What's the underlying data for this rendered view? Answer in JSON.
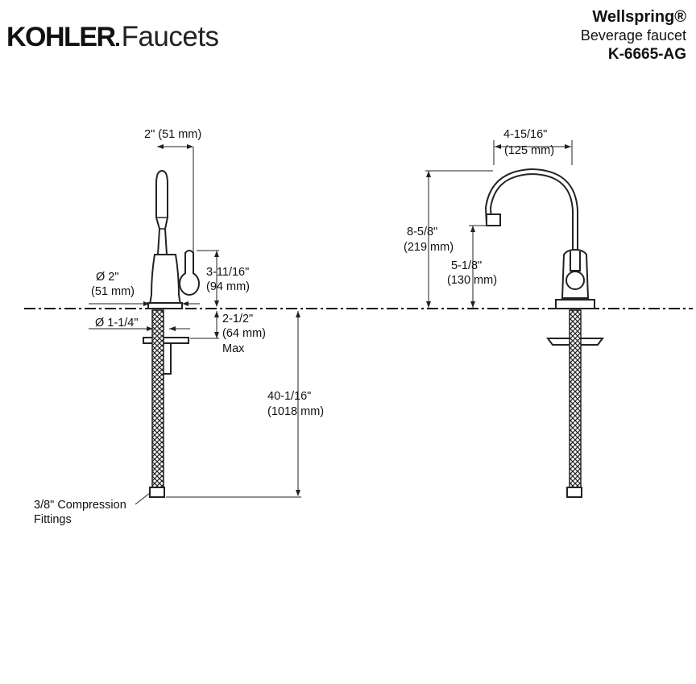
{
  "brand": {
    "name": "KOHLER",
    "sub": "Faucets"
  },
  "product": {
    "name": "Wellspring®",
    "desc": "Beverage faucet",
    "model": "K-6665-AG"
  },
  "dims": {
    "spout_reach_side": "2\" (51 mm)",
    "base_dia_a": "Ø 2\"",
    "base_dia_b": "(51 mm)",
    "handle_h_a": "3-11/16\"",
    "handle_h_b": "(94 mm)",
    "shank_dia": "Ø 1-1/4\"",
    "deck_a": "2-1/2\"",
    "deck_b": "(64 mm)",
    "deck_c": "Max",
    "supply_a": "40-1/16\"",
    "supply_b": "(1018 mm)",
    "fitting_a": "3/8\" Compression",
    "fitting_b": "Fittings",
    "reach_a": "4-15/16\"",
    "reach_b": "(125 mm)",
    "height_a": "8-5/8\"",
    "height_b": "(219 mm)",
    "outlet_a": "5-1/8\"",
    "outlet_b": "(130 mm)"
  }
}
